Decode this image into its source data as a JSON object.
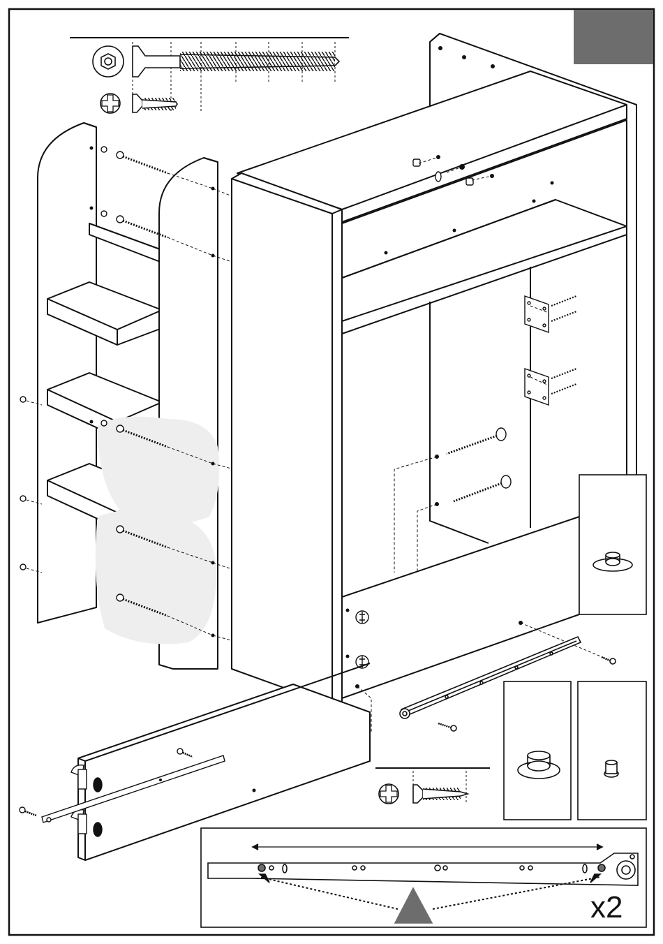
{
  "step_badge": {
    "color": "#6d6d6d",
    "text": ""
  },
  "hardware_legend_top": [
    {
      "item": "confirmat-screw",
      "icon": "hex-socket-icon"
    },
    {
      "item": "short-wood-screw",
      "icon": "pozi-drive-icon"
    }
  ],
  "hardware_legend_bottom": [
    {
      "item": "drawer-runner-screw",
      "icon": "pozi-drive-icon"
    }
  ],
  "detail_panels": [
    {
      "name": "cam-dowel-detail"
    },
    {
      "name": "cam-fitting-detail"
    },
    {
      "name": "short-dowel-detail"
    }
  ],
  "runner_detail": {
    "quantity_label": "x2",
    "marker_color": "#6d6d6d"
  },
  "colors": {
    "line": "#111111",
    "panel_fill": "#ffffff",
    "highlight": "#e9e9e9",
    "badge": "#6d6d6d"
  }
}
